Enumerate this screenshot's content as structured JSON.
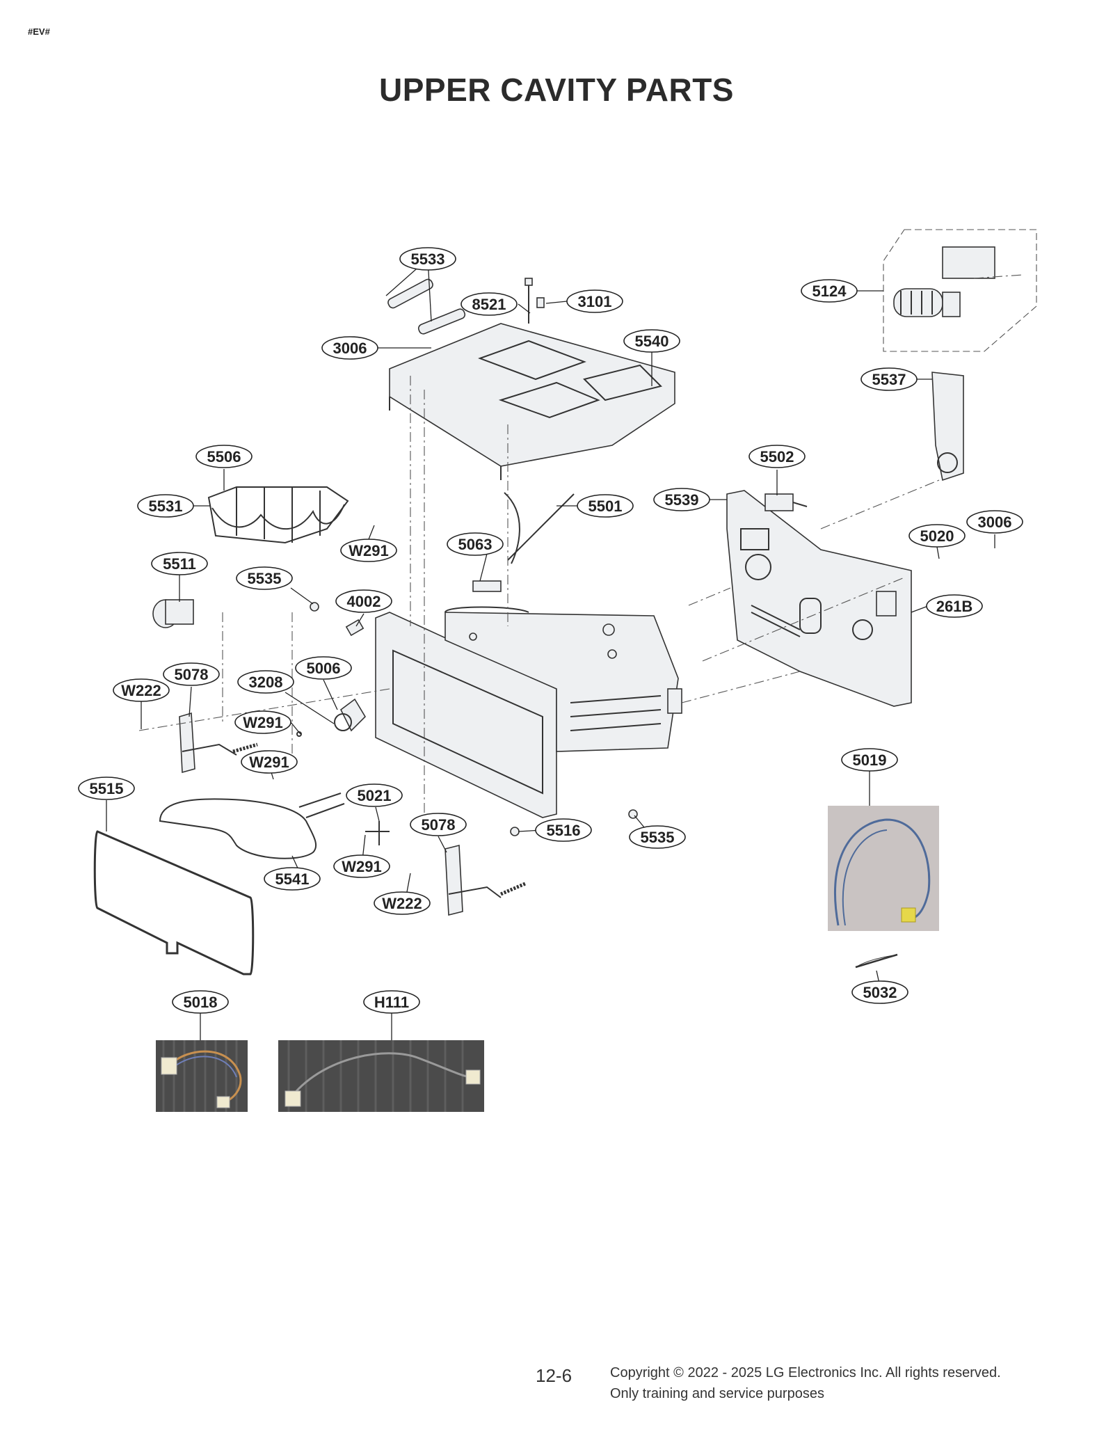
{
  "header": {
    "tag": "#EV#",
    "title": "UPPER CAVITY PARTS"
  },
  "callouts": [
    {
      "id": "5533"
    },
    {
      "id": "8521"
    },
    {
      "id": "3101"
    },
    {
      "id": "3006"
    },
    {
      "id": "5540"
    },
    {
      "id": "5124"
    },
    {
      "id": "5537"
    },
    {
      "id": "5506"
    },
    {
      "id": "5502"
    },
    {
      "id": "5531"
    },
    {
      "id": "5501"
    },
    {
      "id": "5539"
    },
    {
      "id": "W291"
    },
    {
      "id": "5063"
    },
    {
      "id": "5020"
    },
    {
      "id": "3006"
    },
    {
      "id": "5511"
    },
    {
      "id": "5535"
    },
    {
      "id": "4002"
    },
    {
      "id": "261B"
    },
    {
      "id": "5078"
    },
    {
      "id": "3208"
    },
    {
      "id": "5006"
    },
    {
      "id": "W222"
    },
    {
      "id": "W291"
    },
    {
      "id": "W291"
    },
    {
      "id": "5019"
    },
    {
      "id": "5515"
    },
    {
      "id": "5021"
    },
    {
      "id": "5078"
    },
    {
      "id": "5516"
    },
    {
      "id": "5535"
    },
    {
      "id": "W291"
    },
    {
      "id": "5541"
    },
    {
      "id": "W222"
    },
    {
      "id": "5032"
    },
    {
      "id": "5018"
    },
    {
      "id": "H111"
    }
  ],
  "footer": {
    "page_number": "12-6",
    "copyright": "Copyright © 2022 - 2025 LG Electronics Inc. All rights reserved.",
    "usage": "Only training and service purposes"
  }
}
